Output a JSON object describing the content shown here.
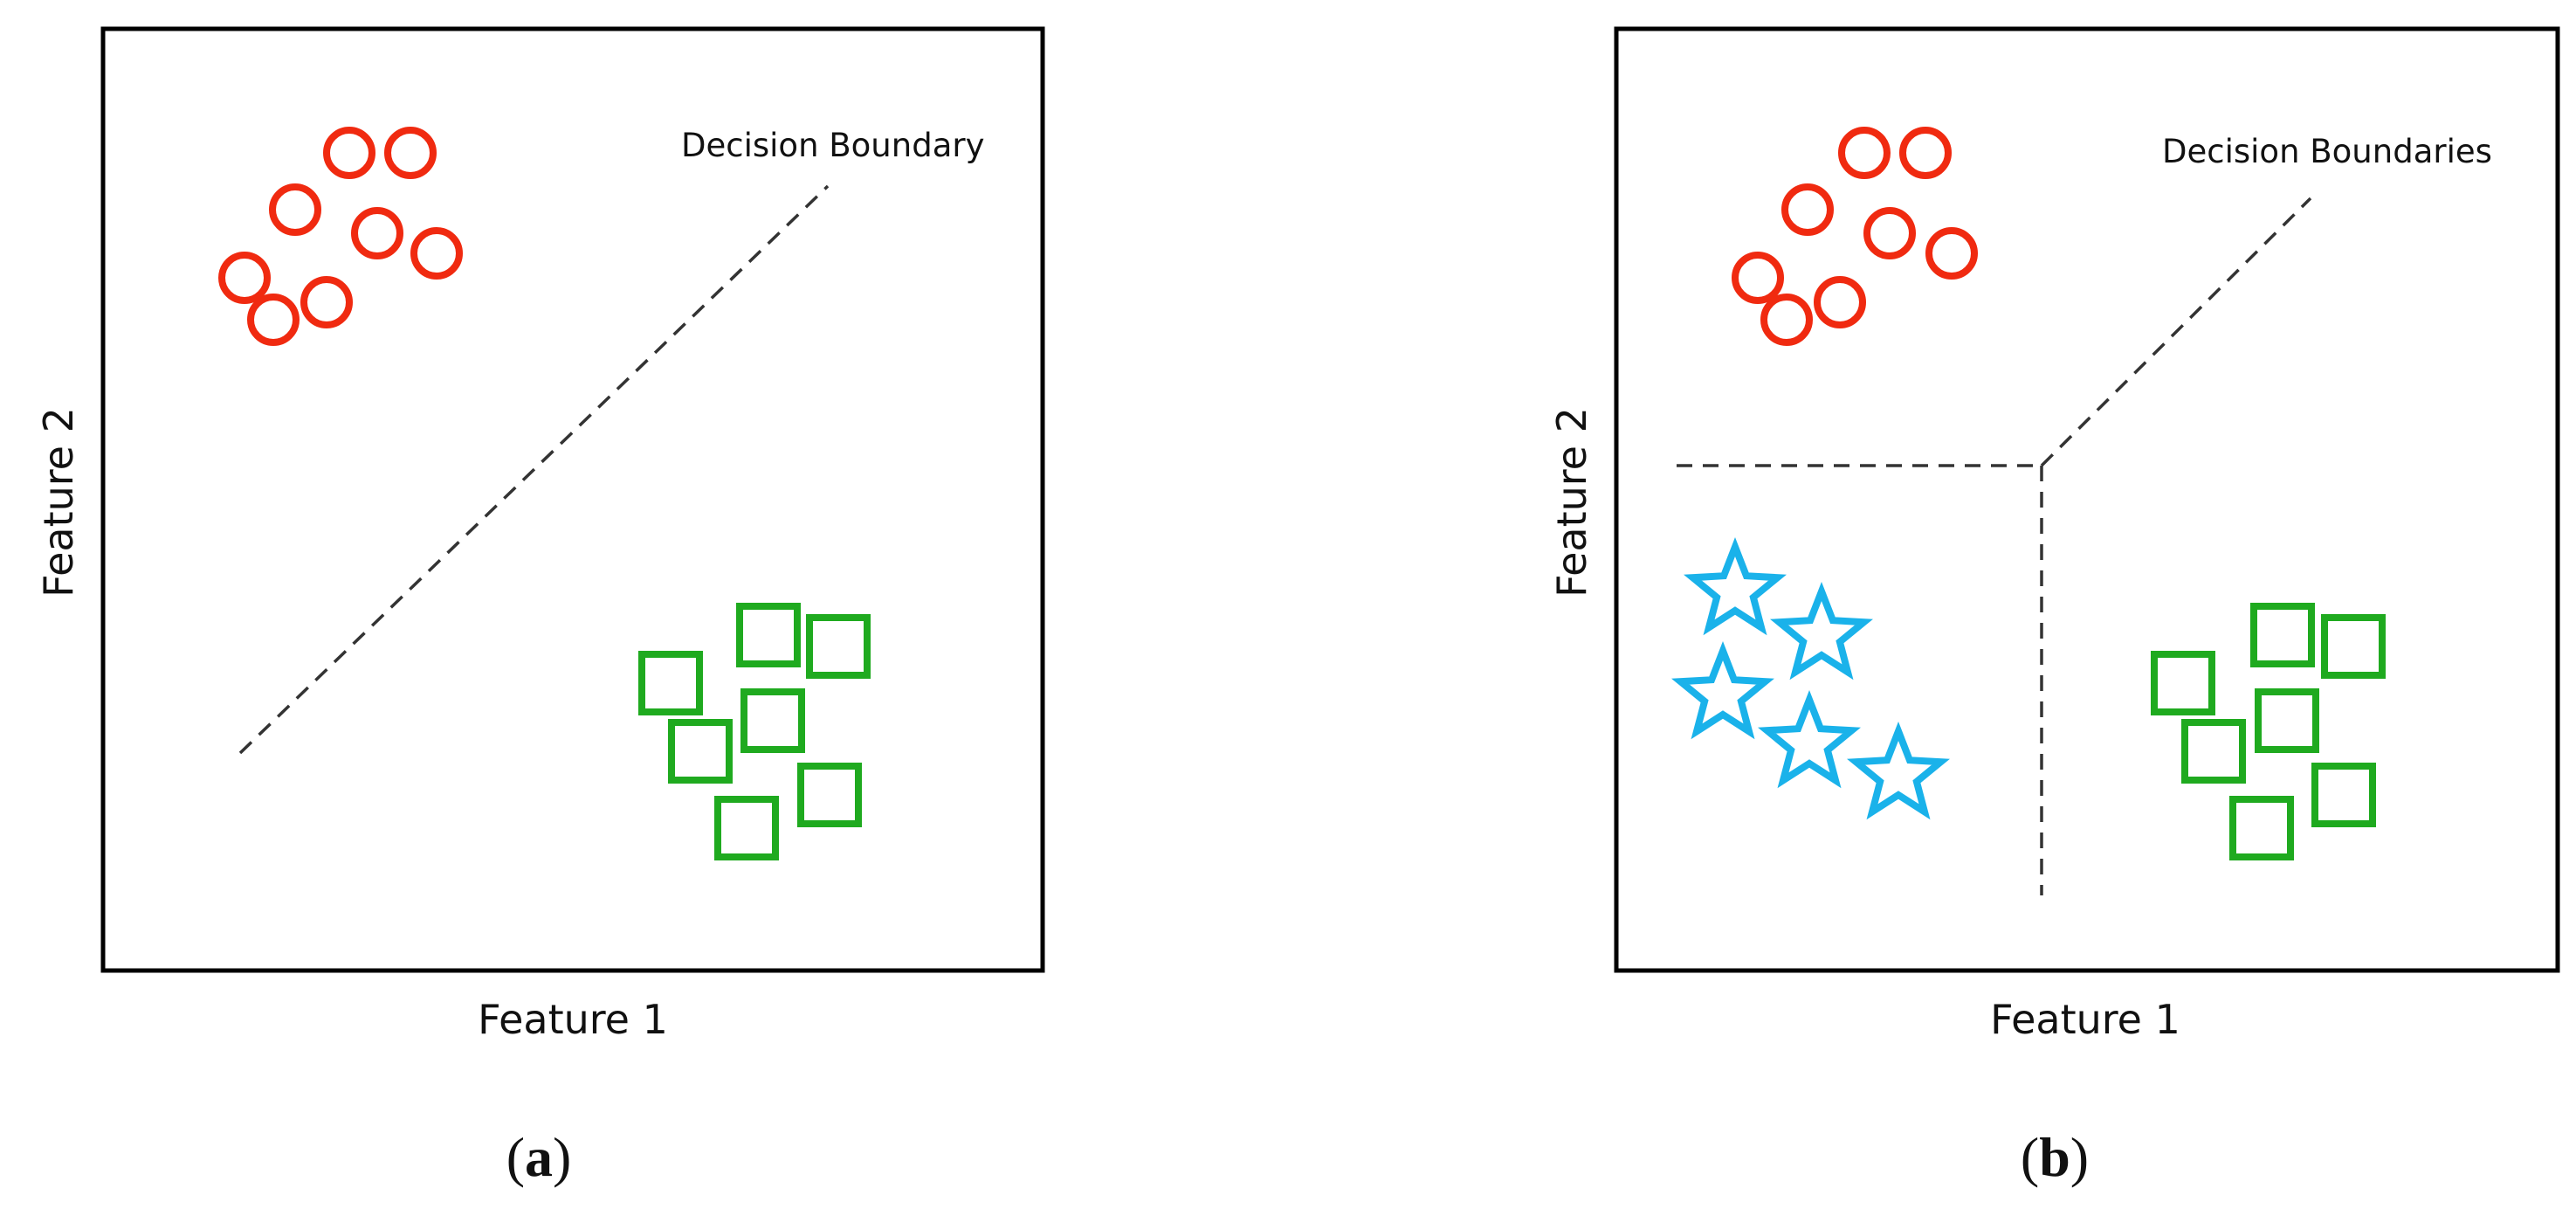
{
  "colors": {
    "circle_class": "#f02a10",
    "square_class": "#1faa1f",
    "star_class": "#1ab2ea",
    "frame": "#000000",
    "boundary": "#333333"
  },
  "panels": [
    {
      "id": "a",
      "caption_open": "(",
      "caption_letter": "a",
      "caption_close": ")",
      "x_label": "Feature 1",
      "y_label": "Feature 2",
      "boundary_label": "Decision Boundary",
      "classes": [
        {
          "shape": "circle",
          "points": [
            [
              400,
              175
            ],
            [
              470,
              175
            ],
            [
              338,
              240
            ],
            [
              432,
              267
            ],
            [
              500,
              290
            ],
            [
              280,
              318
            ],
            [
              374,
              346
            ],
            [
              313,
              366
            ]
          ]
        },
        {
          "shape": "square",
          "points": [
            [
              880,
              727
            ],
            [
              960,
              740
            ],
            [
              768,
              782
            ],
            [
              885,
              825
            ],
            [
              802,
              860
            ],
            [
              950,
              910
            ],
            [
              855,
              948
            ]
          ]
        }
      ]
    },
    {
      "id": "b",
      "caption_open": "(",
      "caption_letter": "b",
      "caption_close": ")",
      "x_label": "Feature 1",
      "y_label": "Feature 2",
      "boundary_label": "Decision Boundaries",
      "classes": [
        {
          "shape": "circle",
          "points": [
            [
              2135,
              175
            ],
            [
              2205,
              175
            ],
            [
              2070,
              240
            ],
            [
              2164,
              267
            ],
            [
              2235,
              290
            ],
            [
              2013,
              318
            ],
            [
              2107,
              346
            ],
            [
              2046,
              366
            ]
          ]
        },
        {
          "shape": "star",
          "points": [
            [
              1987,
              677
            ],
            [
              2086,
              728
            ],
            [
              1973,
              796
            ],
            [
              2072,
              852
            ],
            [
              2174,
              888
            ]
          ]
        },
        {
          "shape": "square",
          "points": [
            [
              2614,
              727
            ],
            [
              2695,
              740
            ],
            [
              2500,
              782
            ],
            [
              2619,
              825
            ],
            [
              2535,
              860
            ],
            [
              2684,
              910
            ],
            [
              2590,
              948
            ]
          ]
        }
      ]
    }
  ]
}
